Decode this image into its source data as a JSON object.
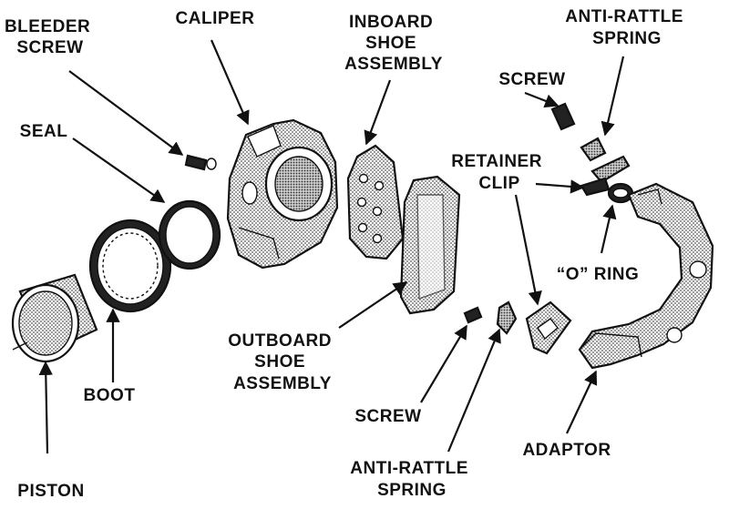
{
  "diagram": {
    "labels": {
      "bleeder_screw": [
        "BLEEDER",
        "SCREW"
      ],
      "caliper": [
        "CALIPER"
      ],
      "inboard_shoe": [
        "INBOARD",
        "SHOE",
        "ASSEMBLY"
      ],
      "anti_rattle_spring_top": [
        "ANTI-RATTLE",
        "SPRING"
      ],
      "screw_top": [
        "SCREW"
      ],
      "seal": [
        "SEAL"
      ],
      "retainer_clip": [
        "RETAINER",
        "CLIP"
      ],
      "o_ring": [
        "“O” RING"
      ],
      "outboard_shoe": [
        "OUTBOARD",
        "SHOE",
        "ASSEMBLY"
      ],
      "boot": [
        "BOOT"
      ],
      "screw_bottom": [
        "SCREW"
      ],
      "adaptor": [
        "ADAPTOR"
      ],
      "anti_rattle_spring_bottom": [
        "ANTI-RATTLE",
        "SPRING"
      ],
      "piston": [
        "PISTON"
      ]
    }
  }
}
